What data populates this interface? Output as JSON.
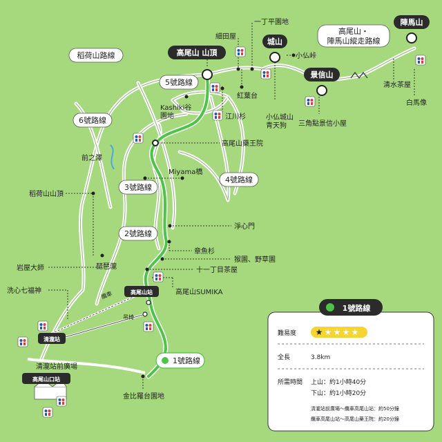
{
  "trails": {
    "t1": "1號路線",
    "t3": "3號路線",
    "t4": "4號路線",
    "t5": "5號路線",
    "t6": "6號路線",
    "t2": "2號路線",
    "inari": "稻荷山路線",
    "jinba": "高尾山・\n陣馬山縱走路線"
  },
  "peaks": {
    "takao": "高尾山 山頂",
    "shiro": "城山",
    "kagenobu": "景信山",
    "jinba": "陣馬山"
  },
  "places": {
    "itcho": "一丁平園地",
    "hosodaya": "細田屋",
    "kobotoke_pass": "小仏峠",
    "momiji": "紅葉台",
    "edogawa": "江川杉",
    "kobotoke_shiro": "小仏城山\n青天狗",
    "sankaku": "三角點景信小屋",
    "shimizu": "清水茶屋",
    "hakuba": "白馬像",
    "kashiki": "Kashiki谷\n園地",
    "yakuoin": "高尾山藥王院",
    "maenosawa": "前之澤",
    "miyama": "Miyama橋",
    "inari_top": "稻荷山山頂",
    "joshinmon": "淨心門",
    "tako": "章魚杉",
    "biwa": "琵琶瀧",
    "iwaya": "岩屋大師",
    "monkey": "猴園、野草園",
    "juicho": "十一丁目茶屋",
    "sumika": "高尾山SUMIKA",
    "senshin": "洗心七福神",
    "kiyotaki_station": "清瀧站",
    "takao_station": "高尾山站",
    "cable": "纜車",
    "lift": "吊椅",
    "kiyotaki_plaza": "清瀧站前廣場",
    "takaosanguchi": "高尾山口站",
    "konpira": "金比羅台園地"
  },
  "legend": {
    "title": "1號路線",
    "difficulty_label": "難易度",
    "difficulty_stars": 1,
    "difficulty_max": 5,
    "length_label": "全長",
    "length_value": "3.8km",
    "time_label": "所需時間",
    "time_up": "上山：約1小時40分",
    "time_down": "下山：約1小時20分",
    "note1": "清瀧站前廣場～纜車高尾山站：約50分鐘",
    "note2": "纜車高尾山站～高尾山藥王院：約20分鐘"
  },
  "colors": {
    "ground": "#a6d97e",
    "route1": "#4dc447",
    "accent_yellow": "#f4d531",
    "dark_label": "#2b2b2b"
  },
  "icons": [
    "restroom-icon",
    "peak-circle-icon",
    "temple-icon",
    "station-building-icon"
  ]
}
